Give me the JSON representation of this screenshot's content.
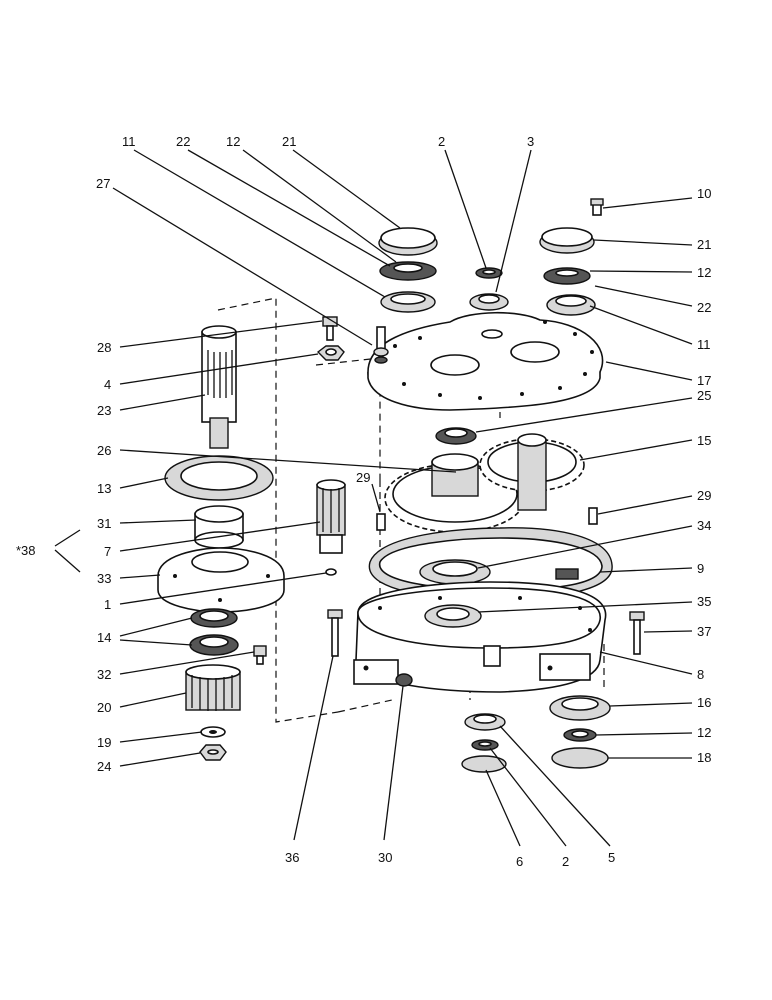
{
  "labels": {
    "l1": "1",
    "l2a": "2",
    "l2b": "2",
    "l3": "3",
    "l4": "4",
    "l5": "5",
    "l6": "6",
    "l7": "7",
    "l8": "8",
    "l9": "9",
    "l10": "10",
    "l11a": "11",
    "l11b": "11",
    "l12a": "12",
    "l12b": "12",
    "l12c": "12",
    "l13": "13",
    "l14": "14",
    "l15": "15",
    "l16": "16",
    "l17": "17",
    "l18": "18",
    "l19": "19",
    "l20": "20",
    "l21a": "21",
    "l21b": "21",
    "l22a": "22",
    "l22b": "22",
    "l23": "23",
    "l24": "24",
    "l25": "25",
    "l26": "26",
    "l27": "27",
    "l28": "28",
    "l29a": "29",
    "l29b": "29",
    "l30": "30",
    "l31": "31",
    "l32": "32",
    "l33": "33",
    "l34": "34",
    "l35": "35",
    "l36": "36",
    "l37": "37",
    "l38": "*38"
  }
}
